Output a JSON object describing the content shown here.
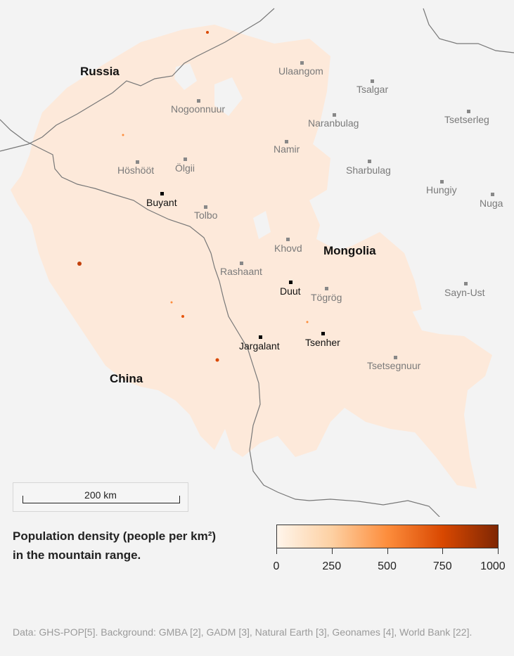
{
  "map": {
    "country_labels": [
      "Russia",
      "Mongolia",
      "China"
    ],
    "places_primary": [
      "Buyant",
      "Duut",
      "Jargalant",
      "Tsenher"
    ],
    "places_secondary": [
      "Ulaangom",
      "Tsalgar",
      "Nogoonnuur",
      "Naranbulag",
      "Tsetserleg",
      "Namir",
      "Höshööt",
      "Ölgii",
      "Sharbulag",
      "Hungiy",
      "Nuga",
      "Tolbo",
      "Khovd",
      "Rashaant",
      "Tögrög",
      "Sayn-Ust",
      "Tsetsegnuur"
    ]
  },
  "scale": {
    "label": "200 km"
  },
  "legend": {
    "title_line1": "Population density (people per km²)",
    "title_line2": "in the mountain range.",
    "ticks": [
      {
        "value": 0,
        "label": "0"
      },
      {
        "value": 250,
        "label": "250"
      },
      {
        "value": 500,
        "label": "500"
      },
      {
        "value": 750,
        "label": "750"
      },
      {
        "value": 1000,
        "label": "1000"
      }
    ],
    "range": [
      0,
      1000
    ],
    "colors": [
      "#fff5eb",
      "#fdd0a2",
      "#fd8d3c",
      "#d94801",
      "#7f2704"
    ]
  },
  "source": "Data: GHS-POP[5]. Background: GMBA [2], GADM [3], Natural Earth [3], Geonames [4], World Bank [22]."
}
